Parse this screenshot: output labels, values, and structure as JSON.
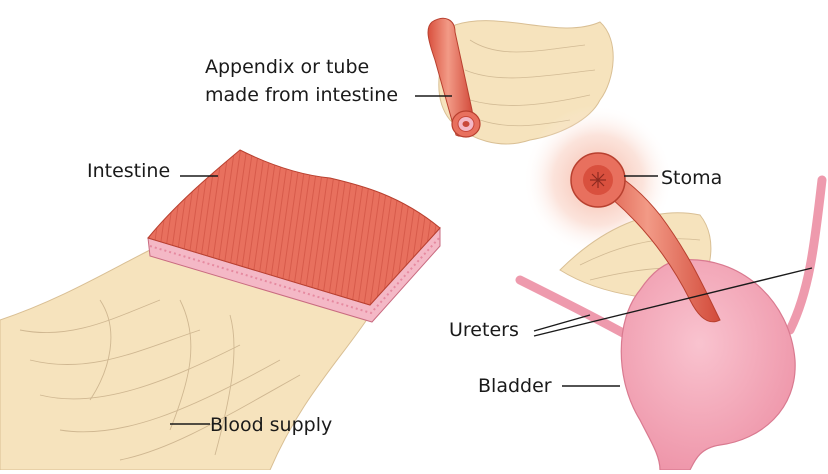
{
  "labels": {
    "appendix_line1": "Appendix or tube",
    "appendix_line2": "made from intestine",
    "intestine": "Intestine",
    "stoma": "Stoma",
    "ureters": "Ureters",
    "bladder": "Bladder",
    "blood_supply": "Blood supply"
  },
  "colors": {
    "mesentery": "#f6e3bd",
    "mesentery_vessels": "#c9b08a",
    "intestine": "#e8705e",
    "intestine_dark": "#c9483a",
    "lining": "#f4b8c6",
    "bladder": "#f5a8ba",
    "stoma_glow": "#f7c2b0",
    "leader": "#1a1a1a"
  }
}
